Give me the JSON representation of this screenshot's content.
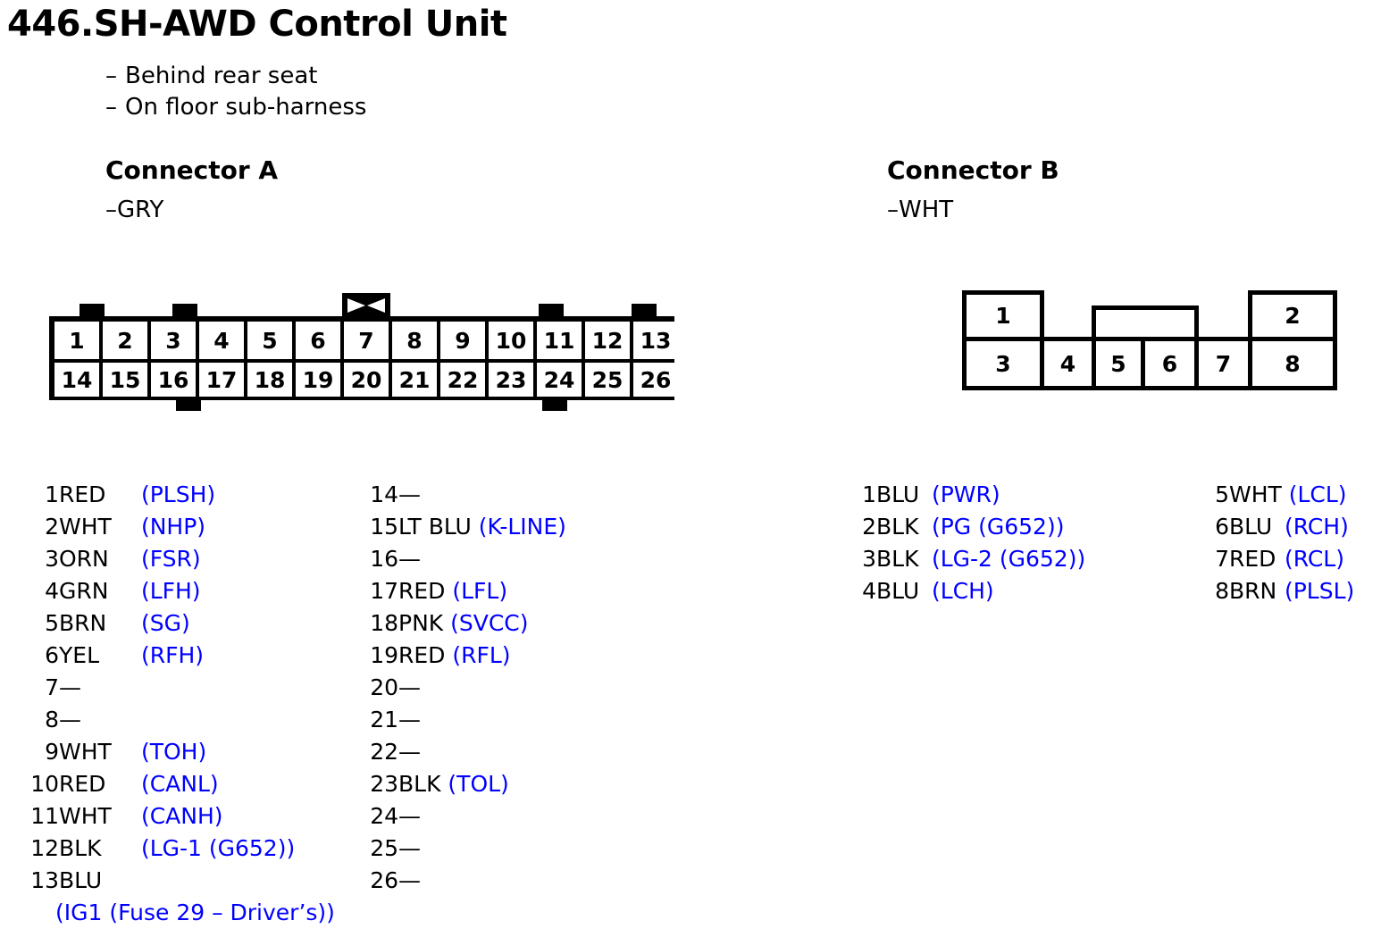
{
  "document": {
    "title": "446.SH-AWD Control Unit",
    "notes": [
      "Behind rear seat",
      "On floor sub-harness"
    ],
    "dash": "–",
    "em_dash": "—"
  },
  "connector_a": {
    "title": "Connector A",
    "color_label": "GRY",
    "diagram": {
      "top_row": [
        "1",
        "2",
        "3",
        "4",
        "5",
        "6",
        "7",
        "8",
        "9",
        "10",
        "11",
        "12",
        "13"
      ],
      "bottom_row": [
        "14",
        "15",
        "16",
        "17",
        "18",
        "19",
        "20",
        "21",
        "22",
        "23",
        "24",
        "25",
        "26"
      ],
      "top_tabs_above": [
        "1",
        "3",
        "11",
        "13"
      ],
      "bottom_tabs_below": [
        "16",
        "24"
      ],
      "keyed_marker_above": "7",
      "marker_icon": "bowtie-icon"
    },
    "pins_left": [
      {
        "pin": "1",
        "wire": "RED",
        "signal": "(PLSH)"
      },
      {
        "pin": "2",
        "wire": "WHT",
        "signal": "(NHP)"
      },
      {
        "pin": "3",
        "wire": "ORN",
        "signal": "(FSR)"
      },
      {
        "pin": "4",
        "wire": "GRN",
        "signal": "(LFH)"
      },
      {
        "pin": "5",
        "wire": "BRN",
        "signal": "(SG)"
      },
      {
        "pin": "6",
        "wire": "YEL",
        "signal": "(RFH)"
      },
      {
        "pin": "7",
        "wire": "—",
        "signal": ""
      },
      {
        "pin": "8",
        "wire": "—",
        "signal": ""
      },
      {
        "pin": "9",
        "wire": "WHT",
        "signal": "(TOH)"
      },
      {
        "pin": "10",
        "wire": "RED",
        "signal": "(CANL)"
      },
      {
        "pin": "11",
        "wire": "WHT",
        "signal": "(CANH)"
      },
      {
        "pin": "12",
        "wire": "BLK",
        "signal": "(LG-1 (G652))"
      },
      {
        "pin": "13",
        "wire": "BLU",
        "signal": "",
        "continuation": "(IG1 (Fuse 29 – Driver’s))"
      }
    ],
    "pins_right": [
      {
        "pin": "14",
        "wire": "—",
        "signal": ""
      },
      {
        "pin": "15",
        "wire": "LT BLU",
        "signal": "(K-LINE)"
      },
      {
        "pin": "16",
        "wire": "—",
        "signal": ""
      },
      {
        "pin": "17",
        "wire": "RED",
        "signal": "(LFL)"
      },
      {
        "pin": "18",
        "wire": "PNK",
        "signal": "(SVCC)"
      },
      {
        "pin": "19",
        "wire": "RED",
        "signal": "(RFL)"
      },
      {
        "pin": "20",
        "wire": "—",
        "signal": ""
      },
      {
        "pin": "21",
        "wire": "—",
        "signal": ""
      },
      {
        "pin": "22",
        "wire": "—",
        "signal": ""
      },
      {
        "pin": "23",
        "wire": "BLK",
        "signal": "(TOL)"
      },
      {
        "pin": "24",
        "wire": "—",
        "signal": ""
      },
      {
        "pin": "25",
        "wire": "—",
        "signal": ""
      },
      {
        "pin": "26",
        "wire": "—",
        "signal": ""
      }
    ]
  },
  "connector_b": {
    "title": "Connector B",
    "color_label": "WHT",
    "diagram": {
      "top_row": [
        "1",
        "2"
      ],
      "bottom_row": [
        "3",
        "4",
        "5",
        "6",
        "7",
        "8"
      ],
      "hump_empty": true
    },
    "pins_left": [
      {
        "pin": "1",
        "wire": "BLU",
        "signal": "(PWR)"
      },
      {
        "pin": "2",
        "wire": "BLK",
        "signal": "(PG (G652))"
      },
      {
        "pin": "3",
        "wire": "BLK",
        "signal": "(LG-2 (G652))"
      },
      {
        "pin": "4",
        "wire": "BLU",
        "signal": "(LCH)"
      }
    ],
    "pins_right": [
      {
        "pin": "5",
        "wire": "WHT",
        "signal": "(LCL)"
      },
      {
        "pin": "6",
        "wire": "BLU",
        "signal": "(RCH)"
      },
      {
        "pin": "7",
        "wire": "RED",
        "signal": "(RCL)"
      },
      {
        "pin": "8",
        "wire": "BRN",
        "signal": "(PLSL)"
      }
    ]
  },
  "colors": {
    "signal_text": "#0000ff",
    "body_text": "#000000",
    "background": "#ffffff"
  }
}
